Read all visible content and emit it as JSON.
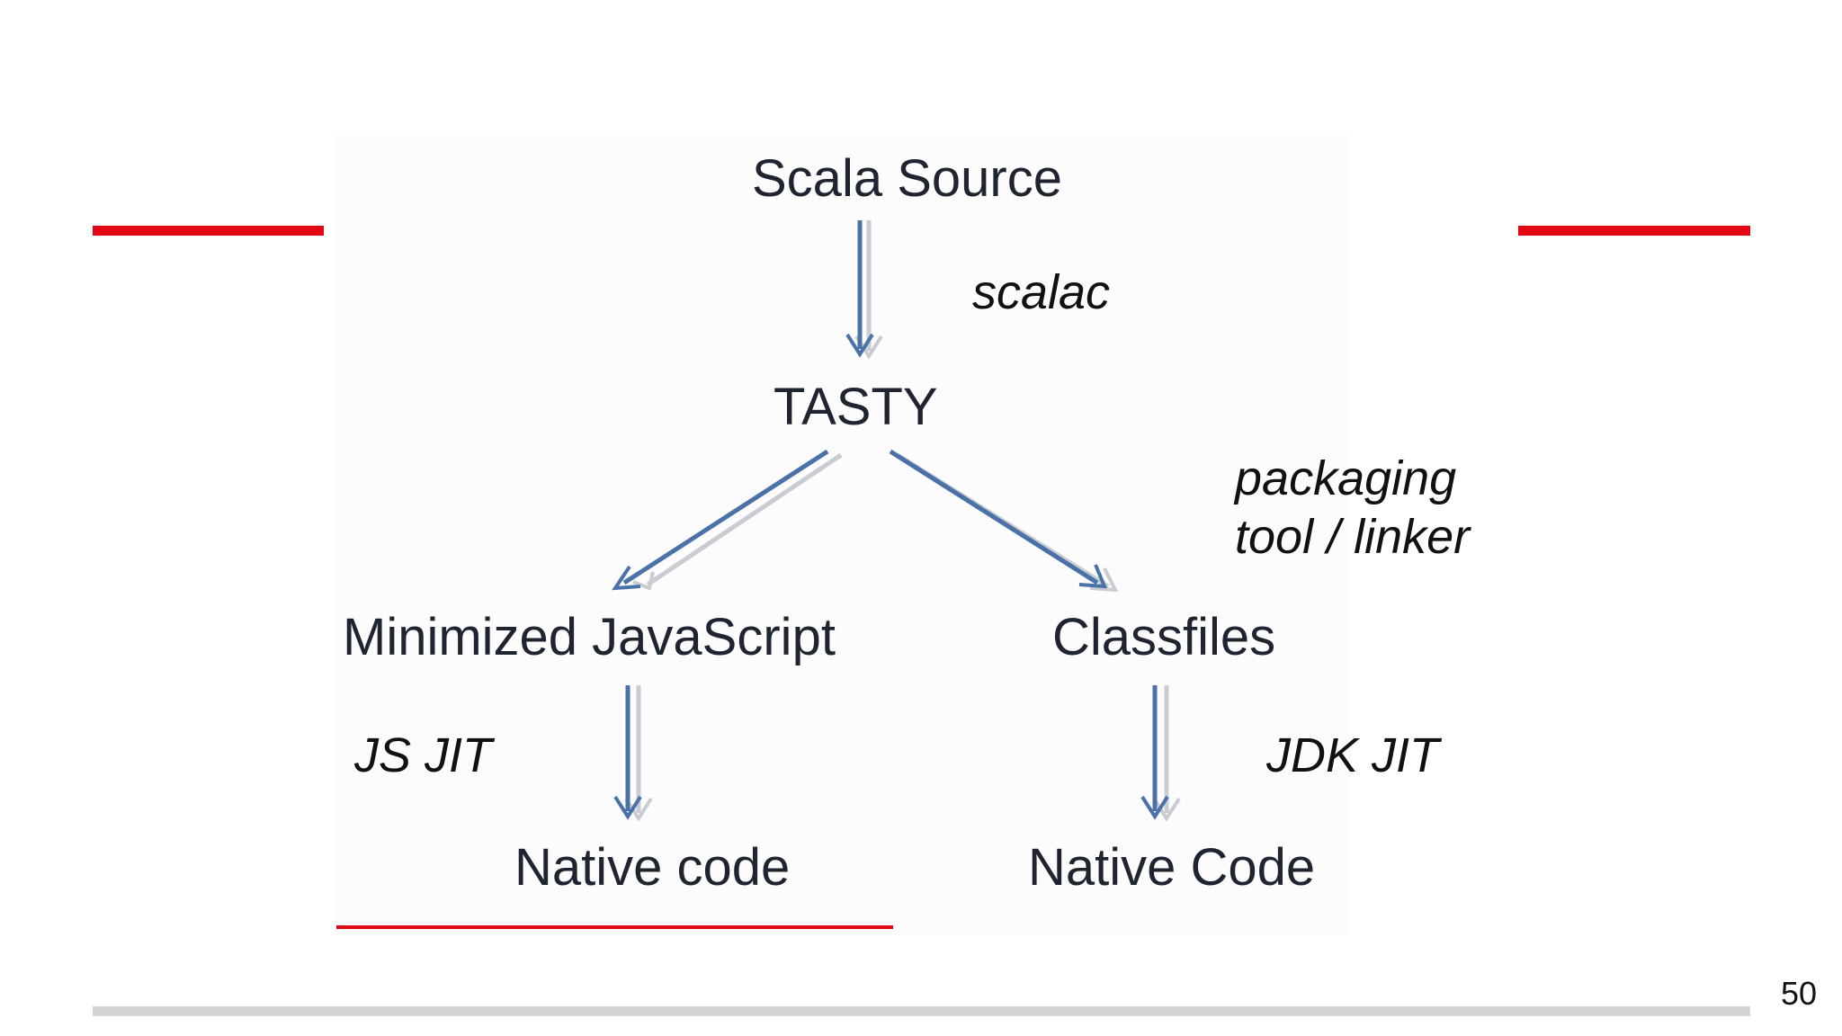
{
  "slide": {
    "page_number": "50",
    "accent_color": "#e30613",
    "footer_color": "#d4d4d4",
    "arrow_color": "#4a72a8"
  },
  "nodes": {
    "scala_source": "Scala Source",
    "tasty": "TASTY",
    "minimized_js": "Minimized JavaScript",
    "classfiles": "Classfiles",
    "native_code_js": "Native code",
    "native_code_jvm": "Native Code"
  },
  "edges": {
    "scalac": "scalac",
    "packaging_line1": "packaging",
    "packaging_line2": "tool / linker",
    "js_jit": "JS JIT",
    "jdk_jit": "JDK JIT"
  }
}
